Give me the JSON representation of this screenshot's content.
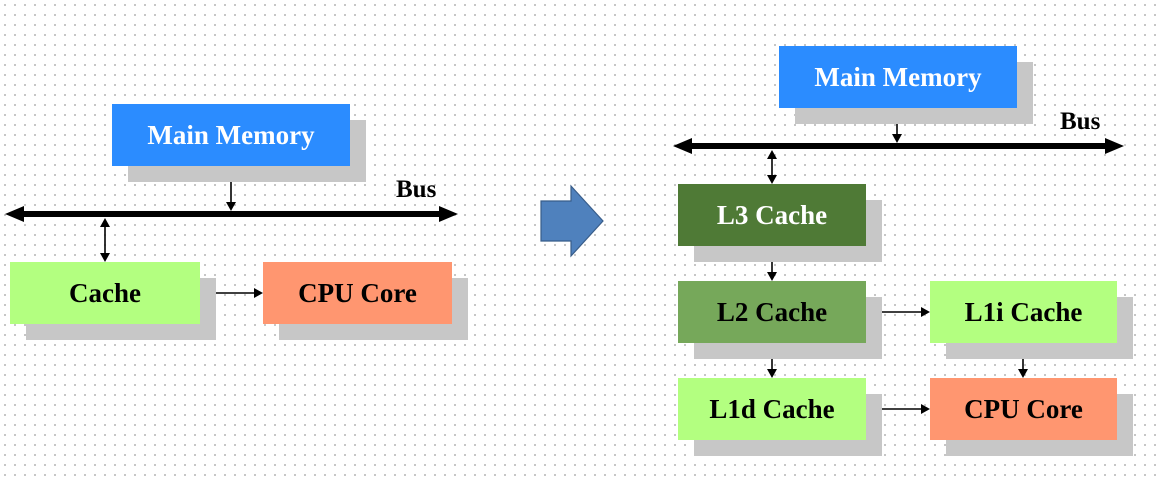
{
  "colors": {
    "main_memory": "#2b8cff",
    "l1_cache": "#b3ff80",
    "l2_cache": "#76a85a",
    "l3_cache": "#4f7a36",
    "cpu_core": "#ff9670",
    "transition_arrow": "#4f81bd",
    "shadow": "#c7c7c7",
    "bus": "#000000"
  },
  "left": {
    "main_memory": "Main Memory",
    "cache": "Cache",
    "cpu_core": "CPU Core",
    "bus": "Bus"
  },
  "right": {
    "main_memory": "Main Memory",
    "bus": "Bus",
    "l3_cache": "L3 Cache",
    "l2_cache": "L2 Cache",
    "l1i_cache": "L1i Cache",
    "l1d_cache": "L1d Cache",
    "cpu_core": "CPU Core"
  }
}
